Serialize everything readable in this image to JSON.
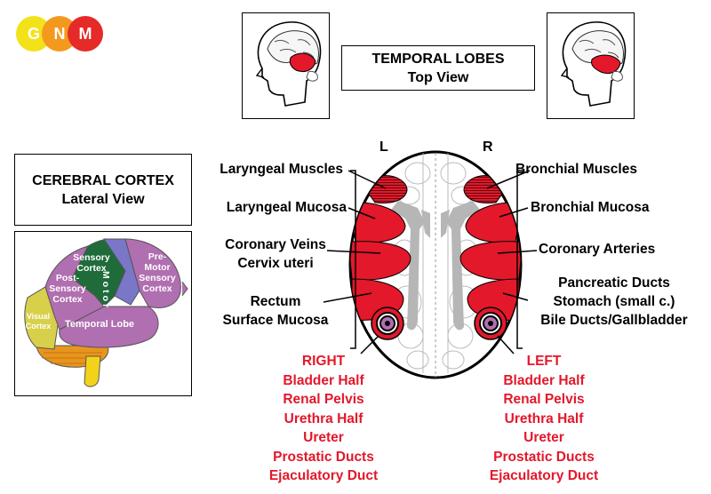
{
  "logo": {
    "letters": [
      "G",
      "N",
      "M"
    ]
  },
  "title_box": {
    "line1": "TEMPORAL LOBES",
    "line2": "Top View"
  },
  "cortex_box": {
    "line1": "CEREBRAL CORTEX",
    "line2": "Lateral View"
  },
  "sides": {
    "left": "L",
    "right": "R"
  },
  "cortex_labels": {
    "sensory": [
      "Sensory",
      "Cortex"
    ],
    "motor": "Motor",
    "premotor": [
      "Pre-",
      "Motor",
      "Sensory",
      "Cortex"
    ],
    "post_sensory": [
      "Post-",
      "Sensory",
      "Cortex"
    ],
    "visual": [
      "Visual",
      "Cortex"
    ],
    "temporal": "Temporal Lobe"
  },
  "left_labels": {
    "laryngeal_muscles": "Laryngeal Muscles",
    "laryngeal_mucosa": "Laryngeal Mucosa",
    "coronary_veins": "Coronary Veins",
    "cervix_uteri": "Cervix uteri",
    "rectum": "Rectum",
    "surface_mucosa": "Surface Mucosa"
  },
  "right_labels": {
    "bronchial_muscles": "Bronchial Muscles",
    "bronchial_mucosa": "Bronchial Mucosa",
    "coronary_arteries": "Coronary Arteries",
    "pancreatic_ducts": "Pancreatic Ducts",
    "stomach": "Stomach (small c.)",
    "bile_ducts": "Bile Ducts/Gallbladder"
  },
  "right_list": [
    "RIGHT",
    "Bladder Half",
    "Renal Pelvis",
    "Urethra Half",
    "Ureter",
    "Prostatic Ducts",
    "Ejaculatory Duct"
  ],
  "left_list": [
    "LEFT",
    "Bladder Half",
    "Renal Pelvis",
    "Urethra Half",
    "Ureter",
    "Prostatic Ducts",
    "Ejaculatory Duct"
  ],
  "colors": {
    "red": "#e3182a",
    "logo_yellow": "#f3e21a",
    "logo_orange": "#f39a1e",
    "logo_red": "#e52a28",
    "sensory_green": "#1f6b3a",
    "motor_blue": "#7a76c8",
    "purple": "#b06fb0",
    "visual_yellow": "#d8cf4a",
    "cerebellum_orange": "#e8951e"
  }
}
